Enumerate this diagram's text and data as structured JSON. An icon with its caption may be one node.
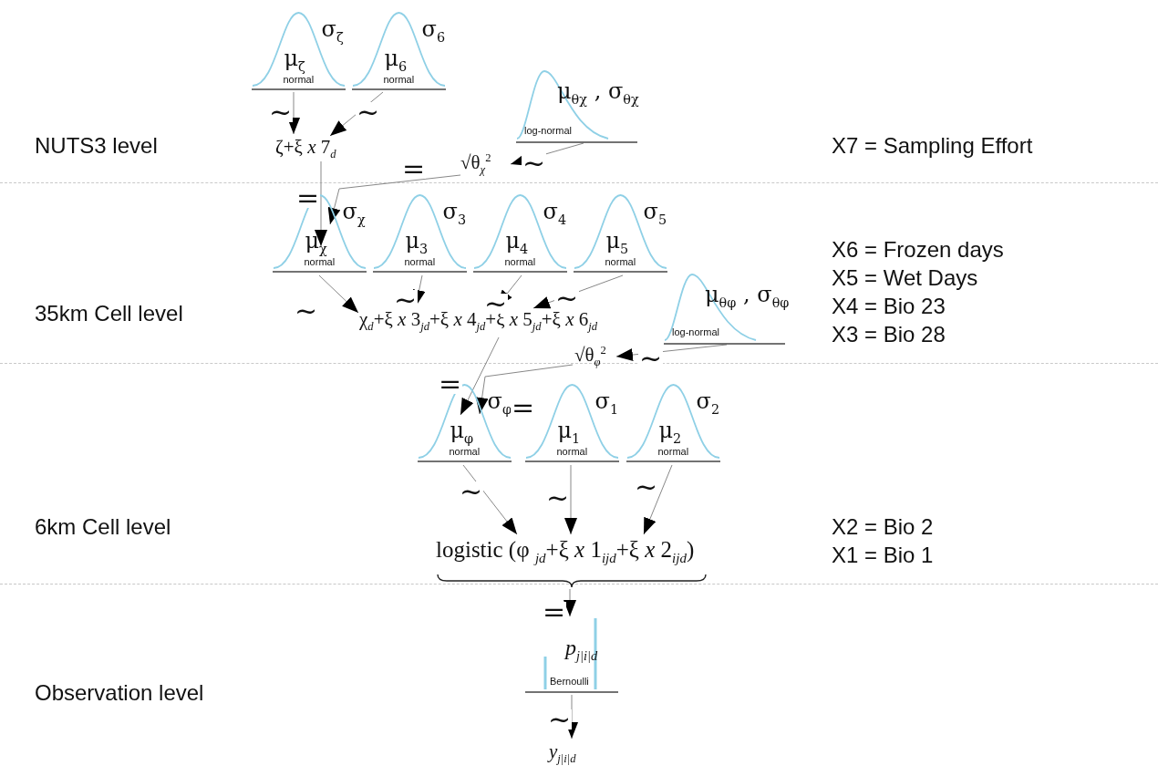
{
  "diagram": {
    "nodes": [
      {
        "text": [
          "μ$_{ζ}$",
          "σ$_{ζ}$",
          "normal"
        ]
      },
      {
        "text": [
          "μ$_{6}$",
          "σ$_{6}$",
          "normal"
        ]
      },
      {
        "text": [
          "μ$_{θχ}$ , σ$_{θχ}$",
          "log-normal"
        ]
      },
      {
        "text": [
          "ζ+ξ *x* 7$_{d}$"
        ]
      },
      {
        "text": [
          "√θ$_{χ}$$^{2}$"
        ]
      },
      {
        "text": [
          "μ$_{χ}$",
          "σ$_{χ}$",
          "normal"
        ]
      },
      {
        "text": [
          "μ$_{3}$",
          "σ$_{3}$",
          "normal"
        ]
      },
      {
        "text": [
          "μ$_{4}$",
          "σ$_{4}$",
          "normal"
        ]
      },
      {
        "text": [
          "μ$_{5}$",
          "σ$_{5}$",
          "normal"
        ]
      },
      {
        "text": [
          "μ$_{θφ}$ , σ$_{θφ}$",
          "log-normal"
        ]
      },
      {
        "text": [
          "χ$_{d}$+ξ *x* 3$_{jd}$+ξ *x* 4$_{jd}$+ξ *x* 5$_{jd}$+ξ *x* 6$_{jd}$"
        ]
      },
      {
        "text": [
          "√θ$_{φ}$$^{2}$"
        ]
      },
      {
        "text": [
          "μ$_{φ}$",
          "σ$_{φ}$",
          "normal"
        ]
      },
      {
        "text": [
          "μ$_{1}$",
          "σ$_{1}$",
          "normal"
        ]
      },
      {
        "text": [
          "μ$_{2}$",
          "σ$_{2}$",
          "normal"
        ]
      },
      {
        "text": [
          "logistic (φ $_{jd}$+ξ *x* 1$_{ijd}$+ξ *x* 2$_{ijd}$)"
        ]
      },
      {
        "text": [
          "*p*$_{j|i|d}$",
          "Bernoulli"
        ]
      },
      {
        "text": [
          "*y*$_{j|i|d}$"
        ]
      }
    ],
    "edges": [
      {
        "from": 0,
        "to": 3,
        "arrow": "to",
        "label": "~"
      },
      {
        "from": 1,
        "to": 3,
        "arrow": "to",
        "label": "~"
      },
      {
        "from": 2,
        "to": 4,
        "arrow": "to",
        "label": "~"
      },
      {
        "from": 3,
        "to": 5,
        "arrow": "to",
        "label": "="
      },
      {
        "from": 4,
        "to": 5,
        "arrow": "to",
        "label": "="
      },
      {
        "from": 5,
        "to": 10,
        "arrow": "to",
        "label": "~"
      },
      {
        "from": 6,
        "to": 10,
        "arrow": "to",
        "label": "~"
      },
      {
        "from": 7,
        "to": 10,
        "arrow": "to",
        "label": "~"
      },
      {
        "from": 8,
        "to": 10,
        "arrow": "to",
        "label": "~"
      },
      {
        "from": 9,
        "to": 11,
        "arrow": "to",
        "label": "~"
      },
      {
        "from": 10,
        "to": 12,
        "arrow": "to",
        "label": "="
      },
      {
        "from": 11,
        "to": 12,
        "arrow": "to",
        "label": "="
      },
      {
        "from": 12,
        "to": 15,
        "arrow": "to",
        "label": "~"
      },
      {
        "from": 13,
        "to": 15,
        "arrow": "to",
        "label": "~"
      },
      {
        "from": 14,
        "to": 15,
        "arrow": "to",
        "label": "~"
      },
      {
        "from": 15,
        "to": 16,
        "arrow": "to",
        "label": "="
      },
      {
        "from": 16,
        "to": 17,
        "arrow": "to",
        "label": "~"
      }
    ],
    "labels": [
      "NUTS3 level",
      "X7 = Sampling Effort",
      "35km Cell level",
      "X6 = Frozen days",
      "X5 = Wet Days",
      "X4 = Bio 23",
      "X3 = Bio 28",
      "6km Cell level",
      "X2 = Bio 2",
      "X1 = Bio 1",
      "Observation level"
    ]
  }
}
